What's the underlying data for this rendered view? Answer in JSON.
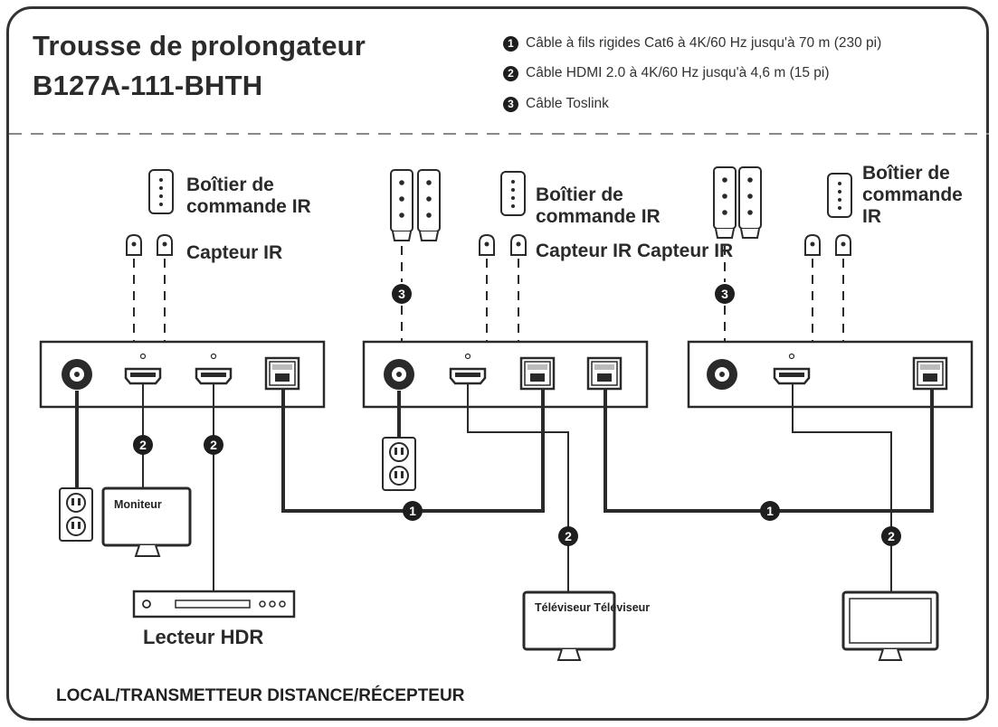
{
  "title": {
    "line1": "Trousse de prolongateur",
    "line2": "B127A-111-BHTH"
  },
  "legend": [
    {
      "num": "1",
      "text": "Câble à fils rigides Cat6 à 4K/60 Hz jusqu'à 70 m (230 pi)"
    },
    {
      "num": "2",
      "text": "Câble HDMI 2.0 à 4K/60 Hz jusqu'à 4,6 m (15 pi)"
    },
    {
      "num": "3",
      "text": "Câble Toslink"
    }
  ],
  "labels": {
    "ir_box_left": "Boîtier de\ncommande IR",
    "ir_sensor_left": "Capteur IR",
    "ir_box_mid": "Boîtier de\ncommande IR",
    "ir_sensor_mid": "Capteur IR Capteur IR",
    "ir_box_right": "Boîtier de\ncommande\nIR",
    "monitor": "Moniteur",
    "hdr_player": "Lecteur HDR",
    "tv": "Téléviseur Téléviseur",
    "footer": "LOCAL/TRANSMETTEUR DISTANCE/RÉCEPTEUR"
  },
  "callouts": {
    "cat6": "1",
    "hdmi": "2",
    "toslink": "3"
  },
  "colors": {
    "line": "#2a2a2a",
    "device_fill": "#ffffff",
    "callout_fill": "#1e1e1e"
  }
}
